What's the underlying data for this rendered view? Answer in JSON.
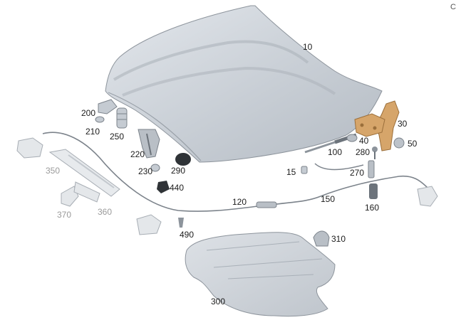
{
  "corner_mark": "C",
  "colors": {
    "part_fill": "#c5cbd2",
    "part_stroke": "#8d949c",
    "hinge_fill": "#d6a56a",
    "dark_part": "#2f3337",
    "label": "#1c1c1c",
    "faded_label": "#9a9a9a"
  },
  "labels": {
    "p10": "10",
    "p15": "15",
    "p30": "30",
    "p40": "40",
    "p50": "50",
    "p100": "100",
    "p120": "120",
    "p150": "150",
    "p160": "160",
    "p200": "200",
    "p210": "210",
    "p220": "220",
    "p230": "230",
    "p250": "250",
    "p270": "270",
    "p280": "280",
    "p290": "290",
    "p300": "300",
    "p310": "310",
    "p350": "350",
    "p360": "360",
    "p370": "370",
    "p440": "440",
    "p490": "490"
  }
}
